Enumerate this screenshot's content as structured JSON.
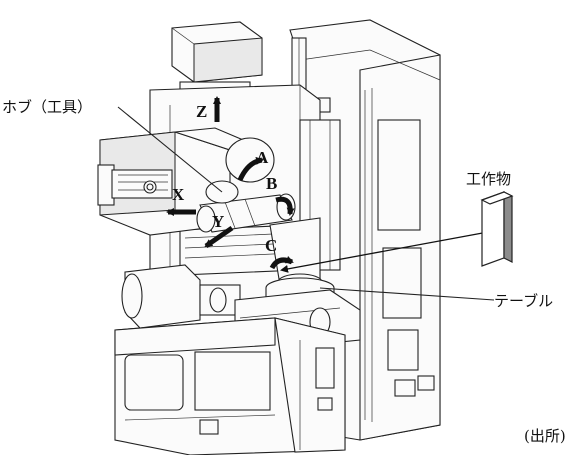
{
  "labels": {
    "hob": "ホブ（工具）",
    "workpiece": "工作物",
    "table": "テーブル",
    "source": "(出所)"
  },
  "axes": {
    "z": "Z",
    "a": "A",
    "b": "B",
    "x": "X",
    "y": "Y",
    "c": "C"
  },
  "colors": {
    "arrow": "#111111",
    "line": "#222222",
    "workpiece_side": "#8c8c8c"
  }
}
